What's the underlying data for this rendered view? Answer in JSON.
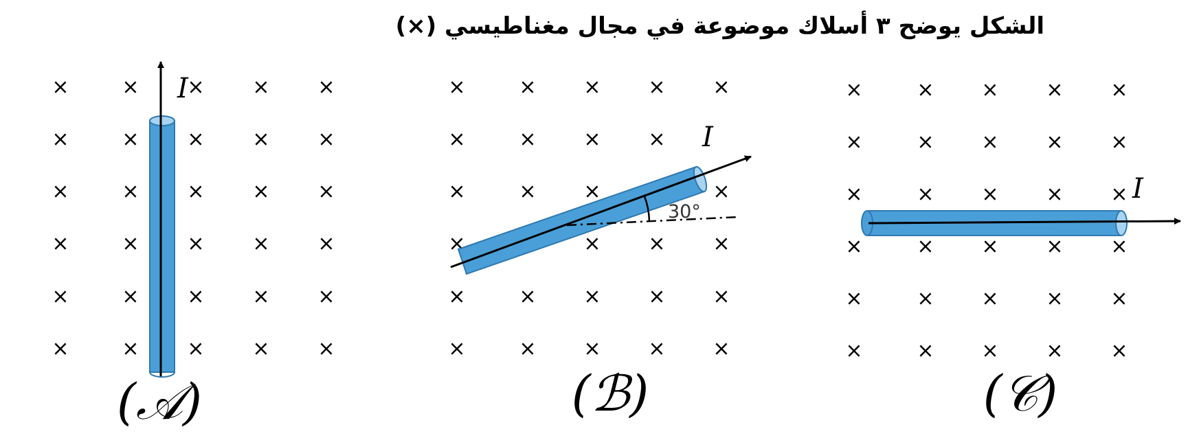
{
  "title": "الشكل يوضح ٣ أسلاك موضوعة في مجال مغناطيسي (×)",
  "field_symbol": "×",
  "current_label": "I",
  "panels": [
    {
      "id": "A",
      "label": "(𝒜)",
      "wire": "vertical"
    },
    {
      "id": "B",
      "label": "(ℬ)",
      "wire": "inclined",
      "angle_label": "30°"
    },
    {
      "id": "C",
      "label": "(𝒞)",
      "wire": "horizontal"
    }
  ],
  "colors": {
    "wire": "#4a9fd8",
    "wire_edge": "#2f78b0",
    "ink": "#000000"
  }
}
